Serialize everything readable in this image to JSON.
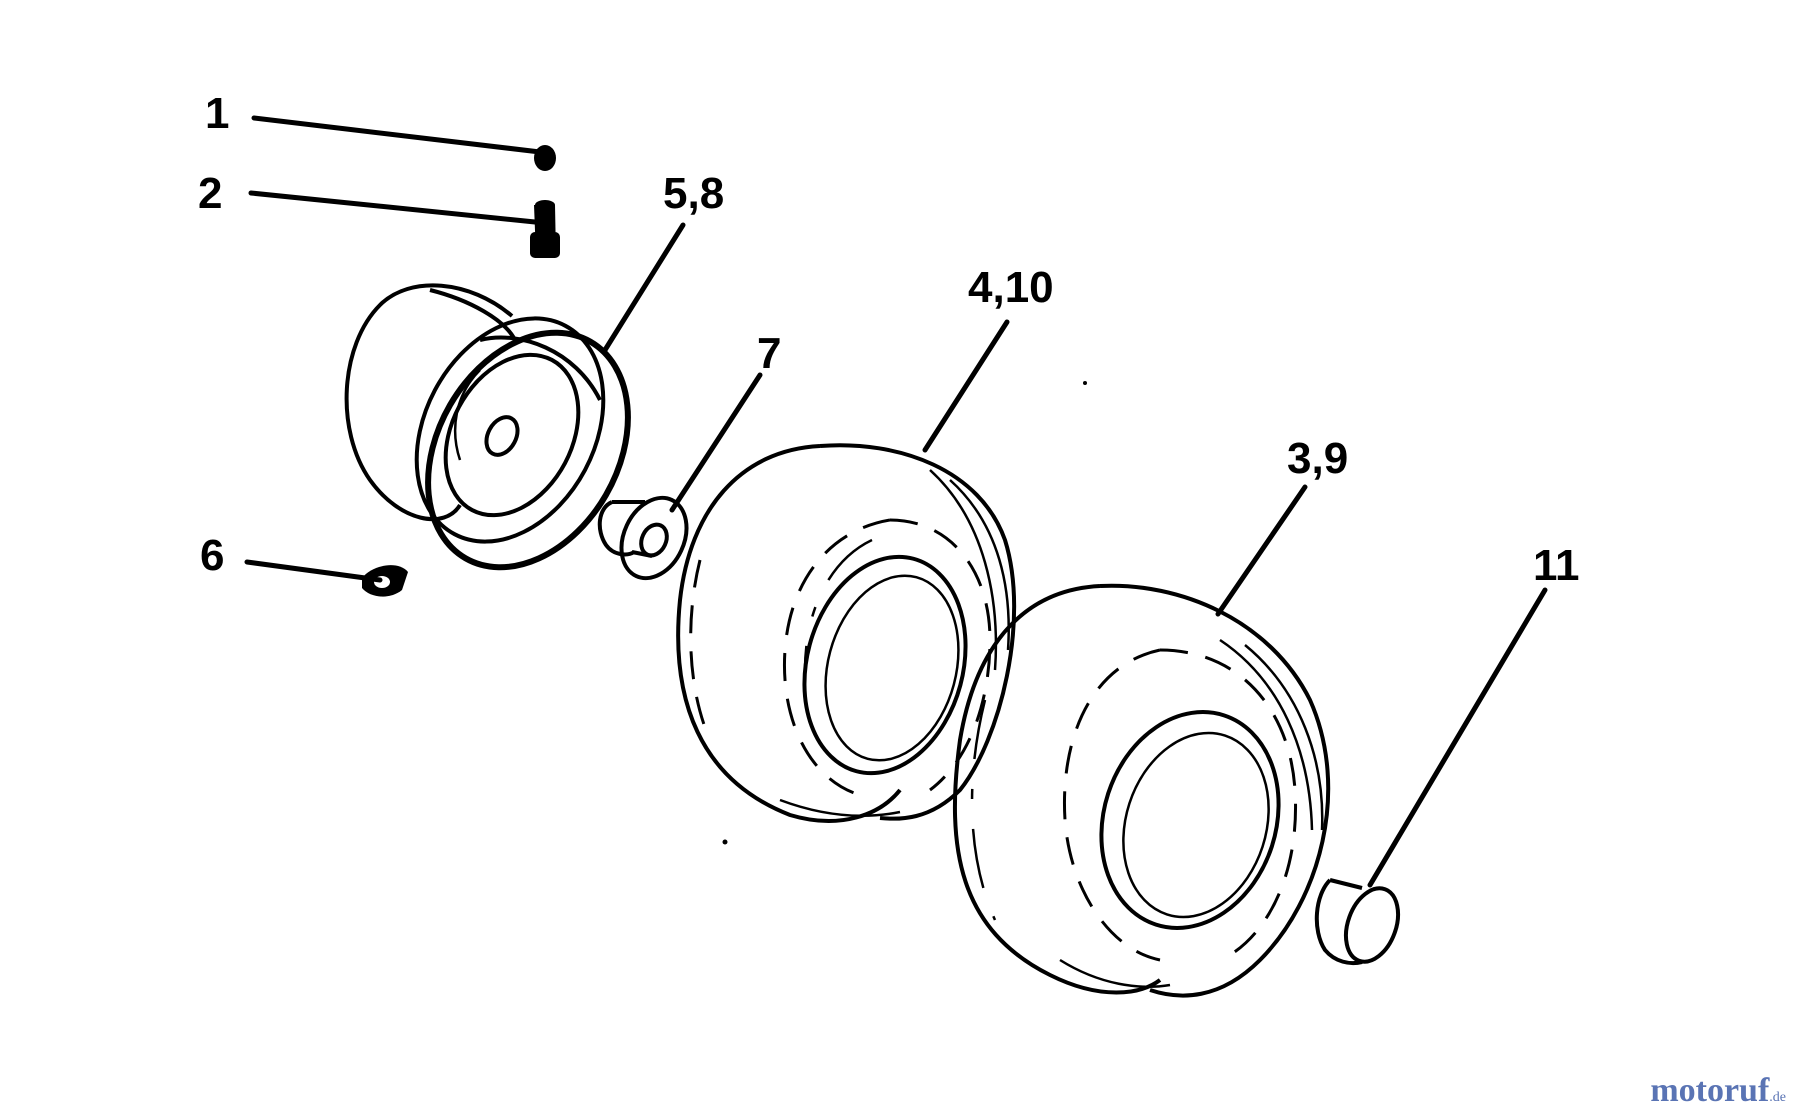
{
  "diagram": {
    "callouts": {
      "c1": "1",
      "c2": "2",
      "c58": "5,8",
      "c7": "7",
      "c410": "4,10",
      "c39": "3,9",
      "c6": "6",
      "c11": "11"
    }
  },
  "watermark": {
    "name": "motoruf",
    "tld": ".de"
  },
  "colors": {
    "ink": "#000000",
    "background": "#ffffff",
    "watermark": "#5a74b4"
  }
}
